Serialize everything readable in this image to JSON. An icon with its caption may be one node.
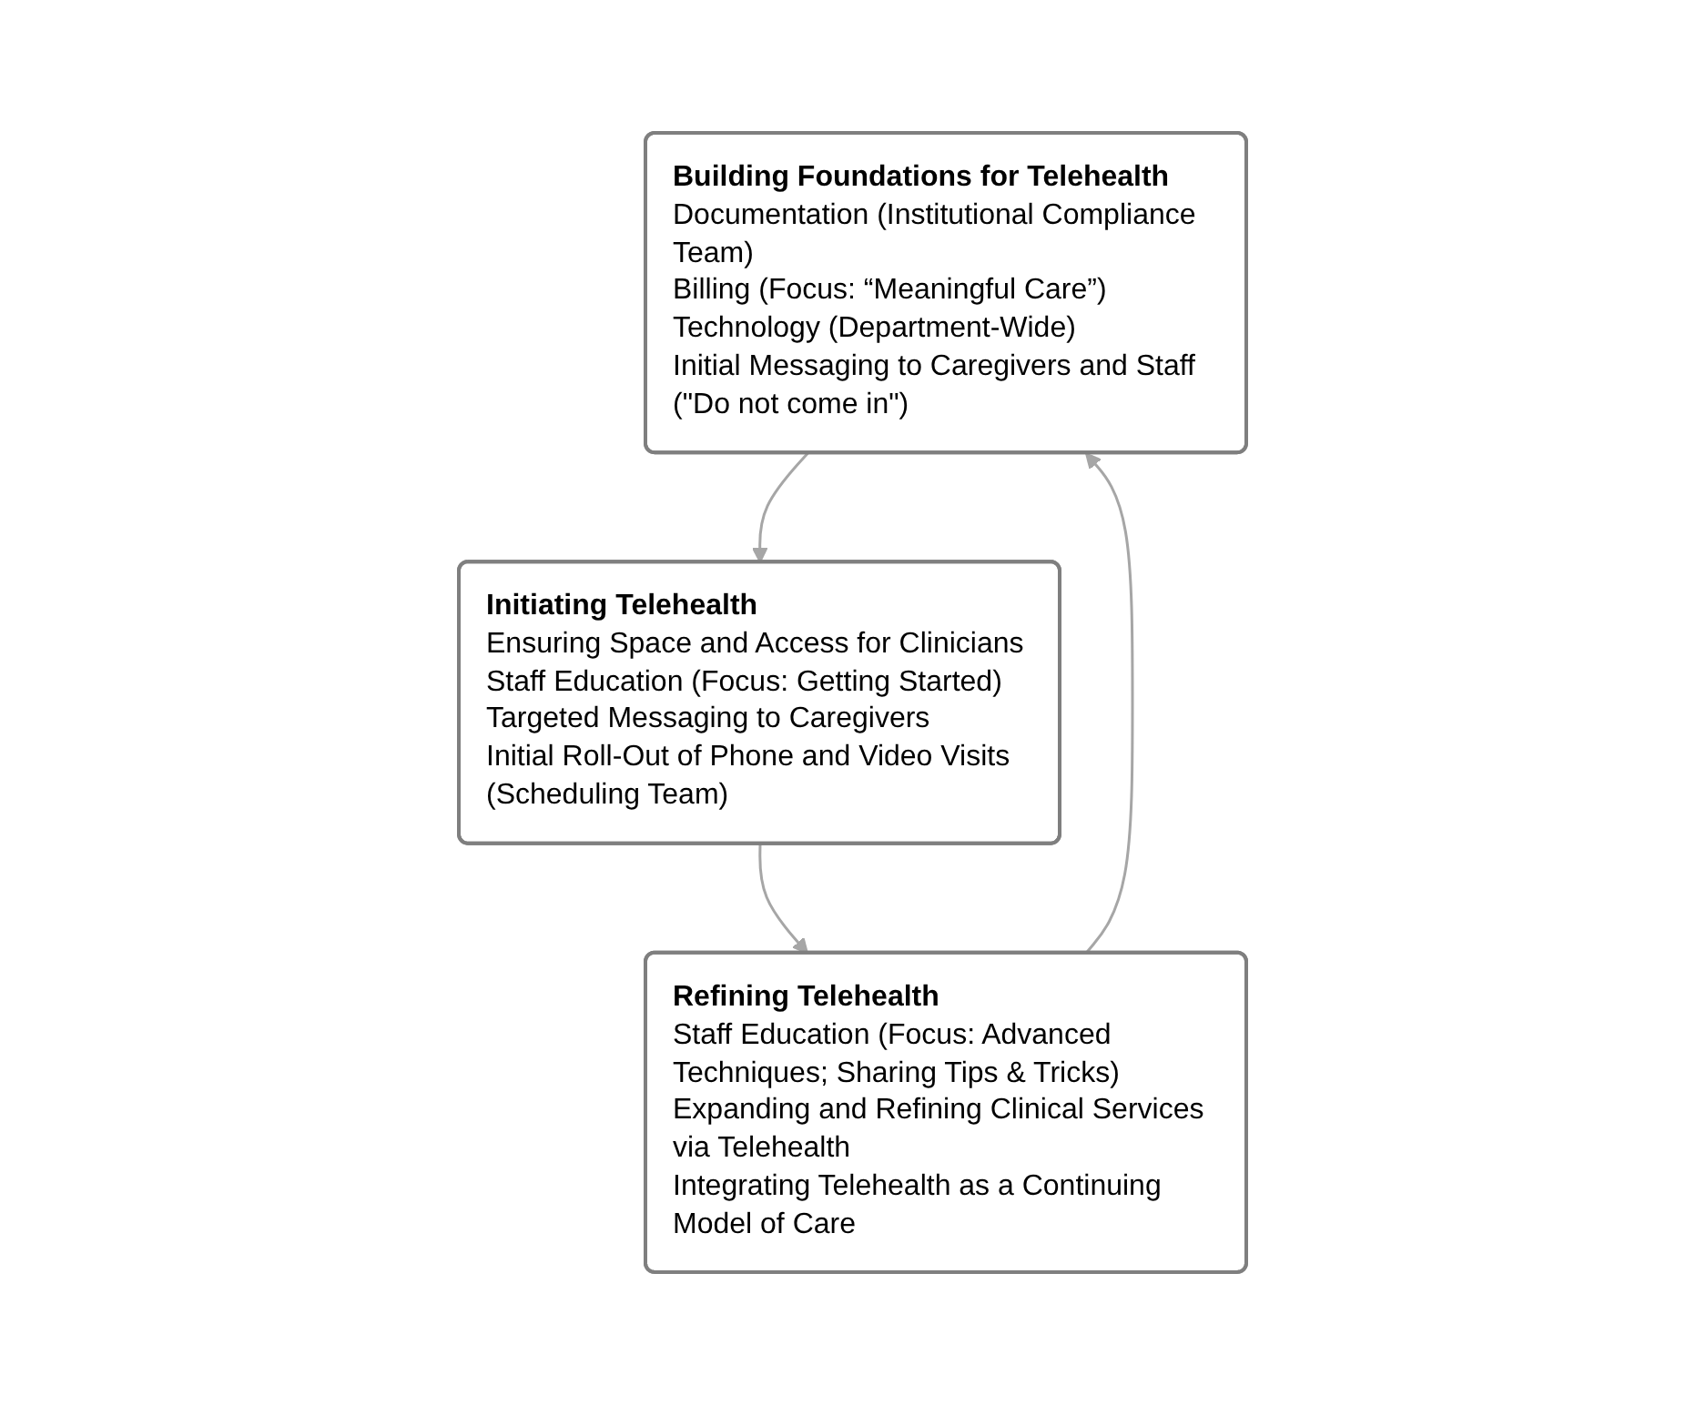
{
  "diagram": {
    "nodes": [
      {
        "text": [
          "Building Foundations for Telehealth",
          "Documentation (Institutional Compliance Team)",
          "Billing (Focus: “Meaningful Care”)",
          "Technology (Department-Wide)",
          "Initial Messaging to Caregivers and Staff (\"Do not come in\")"
        ]
      },
      {
        "text": [
          "Initiating Telehealth",
          "Ensuring Space and Access for Clinicians",
          "Staff Education (Focus: Getting Started)",
          "Targeted Messaging to Caregivers",
          "Initial Roll-Out of Phone and Video Visits (Scheduling Team)"
        ]
      },
      {
        "text": [
          "Refining Telehealth",
          "Staff Education (Focus: Advanced Techniques; Sharing Tips & Tricks)",
          "Expanding and Refining Clinical Services via Telehealth",
          "Integrating Telehealth as a Continuing Model of Care"
        ]
      }
    ],
    "edges": [
      {
        "from": 0,
        "to": 1,
        "arrow": "to"
      },
      {
        "from": 1,
        "to": 2,
        "arrow": "to"
      },
      {
        "from": 2,
        "to": 0,
        "arrow": "to"
      }
    ]
  }
}
